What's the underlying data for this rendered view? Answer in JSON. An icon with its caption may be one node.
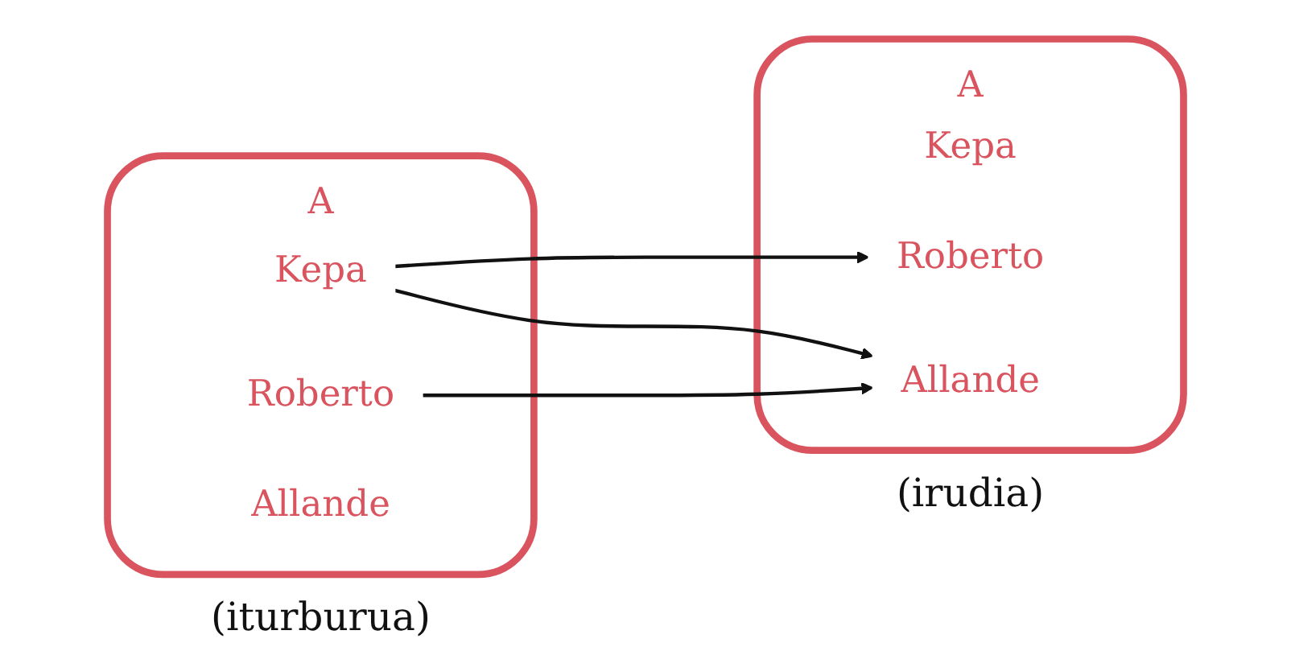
{
  "diagram": {
    "nodes": [
      {
        "text": [
          "A"
        ],
        "beside": [
          "(iturburua)"
        ]
      },
      {
        "text": [
          "Kepa"
        ],
        "in": 0
      },
      {
        "text": [
          "Roberto"
        ],
        "in": 0
      },
      {
        "text": [
          "Allande"
        ],
        "in": 0
      },
      {
        "text": [
          "A"
        ],
        "beside": [
          "(irudia)"
        ]
      },
      {
        "text": [
          "Kepa"
        ],
        "in": 4
      },
      {
        "text": [
          "Roberto"
        ],
        "in": 4
      },
      {
        "text": [
          "Allande"
        ],
        "in": 4
      }
    ],
    "edges": [
      {
        "from": 1,
        "to": 6,
        "arrow": "to"
      },
      {
        "from": 1,
        "to": 7,
        "arrow": "to"
      },
      {
        "from": 2,
        "to": 7,
        "arrow": "to"
      }
    ]
  }
}
